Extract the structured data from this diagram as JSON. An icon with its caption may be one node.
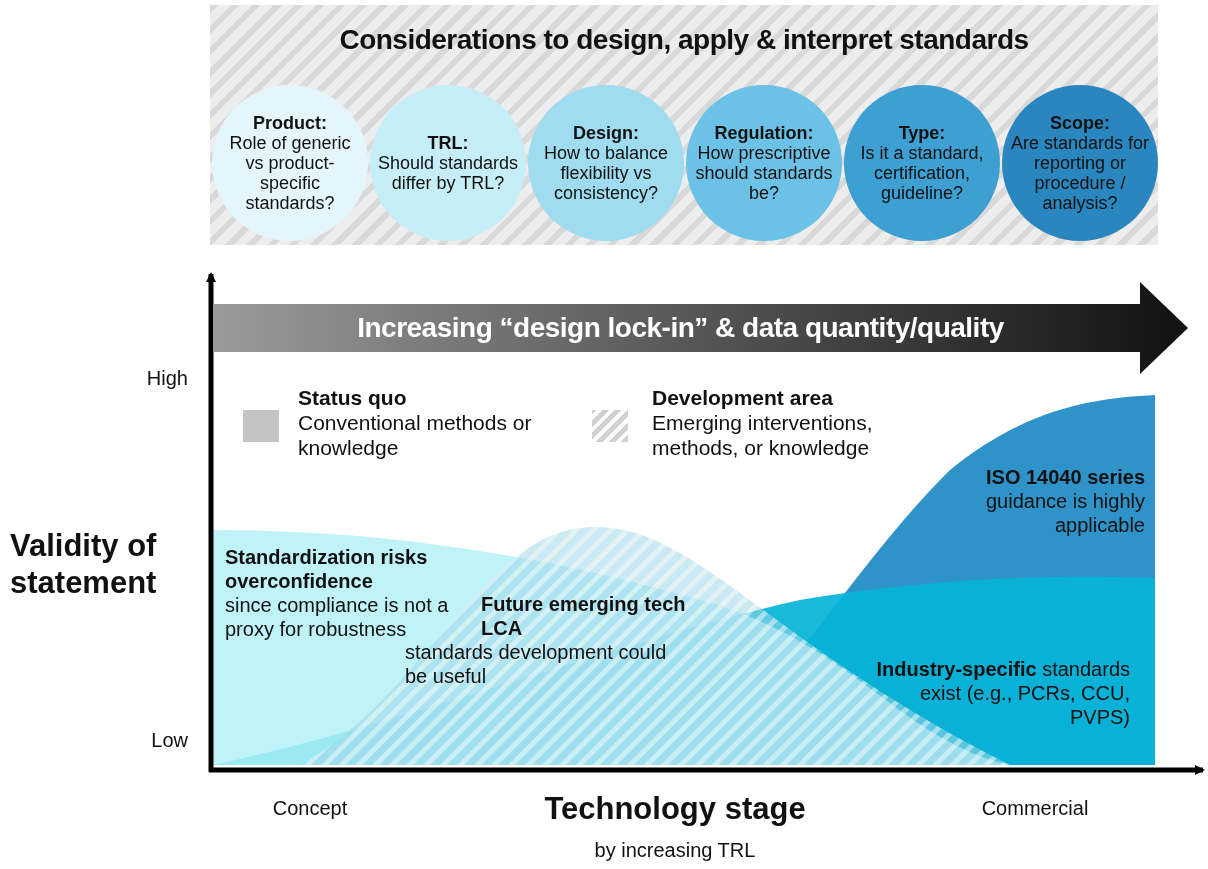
{
  "diagram": {
    "nodes": [
      {
        "text": [
          "Considerations to design, apply & interpret standards"
        ]
      },
      {
        "text": [
          "Product:",
          "Role of generic vs product-specific standards?"
        ],
        "in": 0
      },
      {
        "text": [
          "TRL:",
          "Should standards differ by TRL?"
        ],
        "in": 0
      },
      {
        "text": [
          "Design:",
          "How to balance flexibility vs consistency?"
        ],
        "in": 0
      },
      {
        "text": [
          "Regulation:",
          "How prescriptive should standards be?"
        ],
        "in": 0
      },
      {
        "text": [
          "Type:",
          "Is it a standard, certification, guideline?"
        ],
        "in": 0
      },
      {
        "text": [
          "Scope:",
          "Are standards for reporting or procedure / analysis?"
        ],
        "in": 0
      },
      {
        "text": [
          "Increasing “design lock-in” & data quantity/quality"
        ]
      }
    ],
    "labels": [
      "High",
      "ISO 14040 series guidance is highly applicable",
      "Validity of statement",
      "Standardization risks overconfidence since compliance is not a proxy for robustness",
      "Future emerging tech LCA standards development could be useful",
      "Industry-specific standards exist (e.g., PCRs, CCU, PVPS)",
      "Low",
      "Concept",
      "Technology stage",
      "Commercial",
      "by increasing TRL"
    ],
    "legend": [
      {
        "text": "Status quo Conventional methods or knowledge",
        "color": "#c4c4c4"
      },
      {
        "text": "Development area Emerging interventions, methods, or knowledge"
      }
    ]
  }
}
